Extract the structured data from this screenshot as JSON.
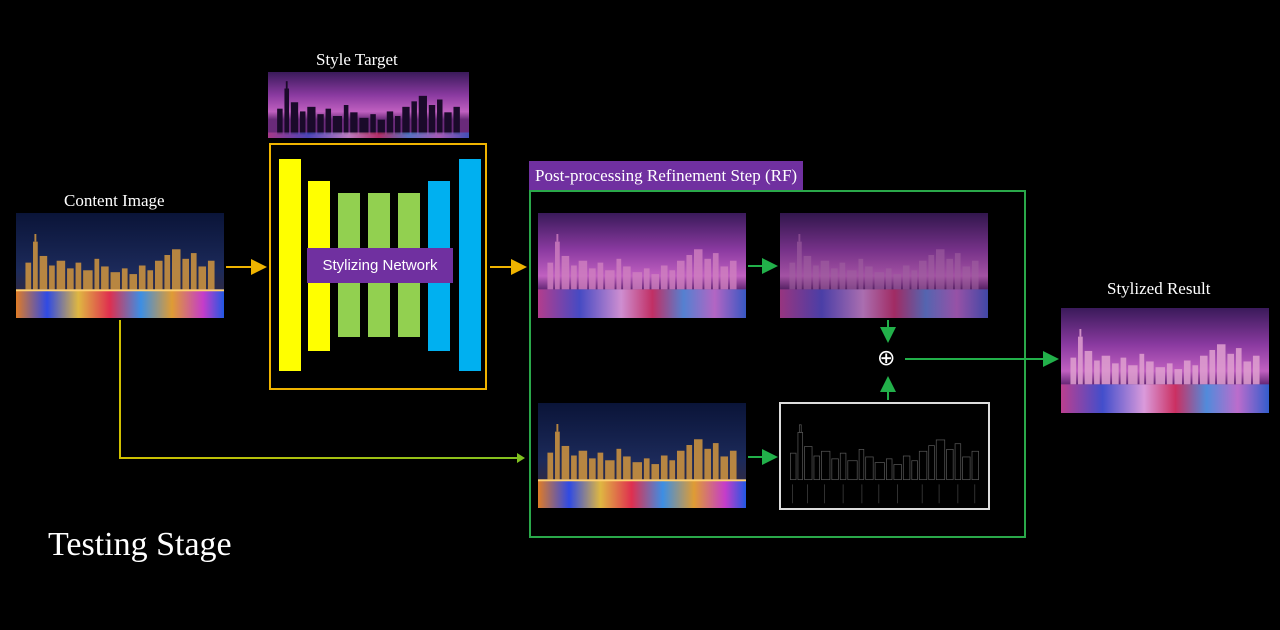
{
  "labels": {
    "style_target": "Style Target",
    "content_image": "Content Image",
    "stylizing_network": "Stylizing Network",
    "refinement_step": "Post-processing Refinement Step (RF)",
    "stylized_result": "Stylized Result",
    "stage": "Testing Stage",
    "plus_symbol": "⊕"
  },
  "colors": {
    "background": "#000000",
    "network_border": "#f0b400",
    "arrow_yellow": "#f0b400",
    "arrow_green": "#22b04a",
    "arrow_lime": "#b8d400",
    "layer_yellow": "#ffff00",
    "layer_green": "#92d050",
    "layer_blue": "#00b0f0",
    "label_purple": "#7030a0",
    "rf_border": "#2aa84a"
  },
  "images": {
    "style_target": "purple-night-city-thumbnail",
    "content": "night-skyline-photo",
    "stylized_intermediate": "purple-stylized-skyline",
    "filtered": "filtered-purple-skyline",
    "content_copy": "night-skyline-photo",
    "edge_map": "edge-detail-map",
    "result": "final-stylized-skyline"
  }
}
